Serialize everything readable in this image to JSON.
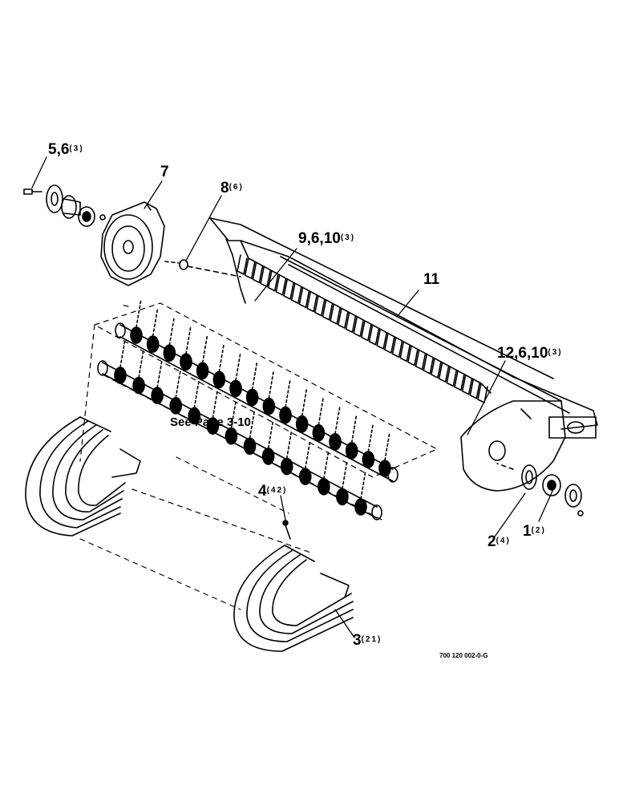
{
  "callouts": {
    "c56": {
      "num": "5,6",
      "qty": "(3)"
    },
    "c7": {
      "num": "7",
      "qty": ""
    },
    "c8": {
      "num": "8",
      "qty": "(6)"
    },
    "c9610": {
      "num": "9,6,10",
      "qty": "(3)"
    },
    "c11": {
      "num": "11",
      "qty": ""
    },
    "c12610": {
      "num": "12,6,10",
      "qty": "(3)"
    },
    "c4": {
      "num": "4",
      "qty": "(42)"
    },
    "c2": {
      "num": "2",
      "qty": "(4)"
    },
    "c1": {
      "num": "1",
      "qty": "(2)"
    },
    "c3": {
      "num": "3",
      "qty": "(21)"
    }
  },
  "note": "See Page 3-10",
  "figure_id": "700 120 002-0-G"
}
